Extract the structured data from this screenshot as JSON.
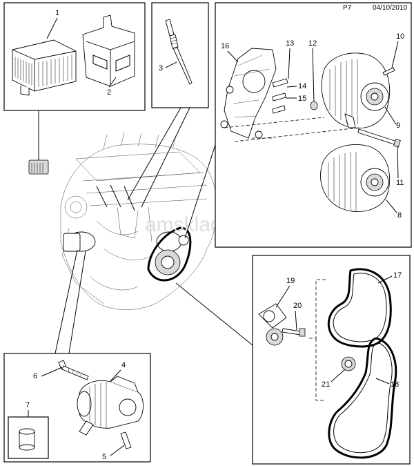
{
  "header": {
    "page_code": "P7",
    "date": "04/10/2010"
  },
  "watermark": "amsklad.ru",
  "callouts": [
    "1",
    "2",
    "3",
    "4",
    "5",
    "6",
    "7",
    "8",
    "9",
    "10",
    "11",
    "12",
    "13",
    "14",
    "15",
    "16",
    "17",
    "18",
    "19",
    "20",
    "21"
  ]
}
